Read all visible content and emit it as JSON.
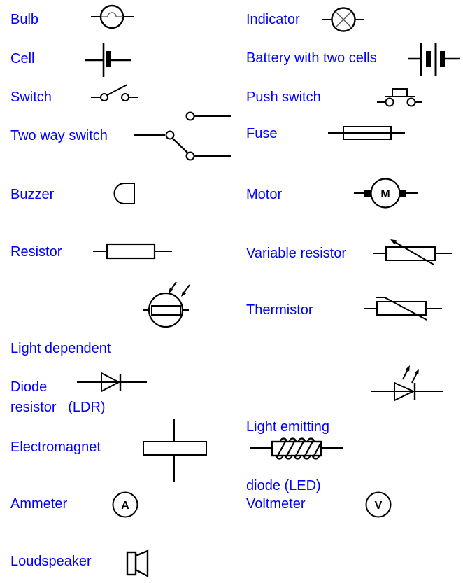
{
  "page": {
    "background": "#ffffff",
    "label_color": "#0000ff",
    "symbol_color": "#000000"
  },
  "items": [
    {
      "name": "bulb",
      "label": "Bulb"
    },
    {
      "name": "indicator",
      "label": "Indicator"
    },
    {
      "name": "cell",
      "label": "Cell"
    },
    {
      "name": "battery",
      "label": "Battery with two cells"
    },
    {
      "name": "switch",
      "label": "Switch"
    },
    {
      "name": "push-switch",
      "label": "Push switch"
    },
    {
      "name": "two-way-switch",
      "label": "Two way switch"
    },
    {
      "name": "fuse",
      "label": "Fuse"
    },
    {
      "name": "buzzer",
      "label": "Buzzer"
    },
    {
      "name": "motor",
      "label": "Motor",
      "symbol_letter": "M"
    },
    {
      "name": "resistor",
      "label": "Resistor"
    },
    {
      "name": "variable-resistor",
      "label": "Variable resistor"
    },
    {
      "name": "ldr",
      "label_line1": "Light dependent",
      "label_line2": "resistor   (LDR)"
    },
    {
      "name": "thermistor",
      "label": "Thermistor"
    },
    {
      "name": "diode",
      "label": "Diode"
    },
    {
      "name": "led",
      "label_line1": "Light emitting",
      "label_line2": "diode (LED)"
    },
    {
      "name": "electromagnet",
      "label": "Electromagnet"
    },
    {
      "name": "ammeter",
      "label": "Ammeter",
      "symbol_letter": "A"
    },
    {
      "name": "voltmeter",
      "label": "Voltmeter",
      "symbol_letter": "V"
    },
    {
      "name": "loudspeaker",
      "label": "Loudspeaker"
    }
  ]
}
